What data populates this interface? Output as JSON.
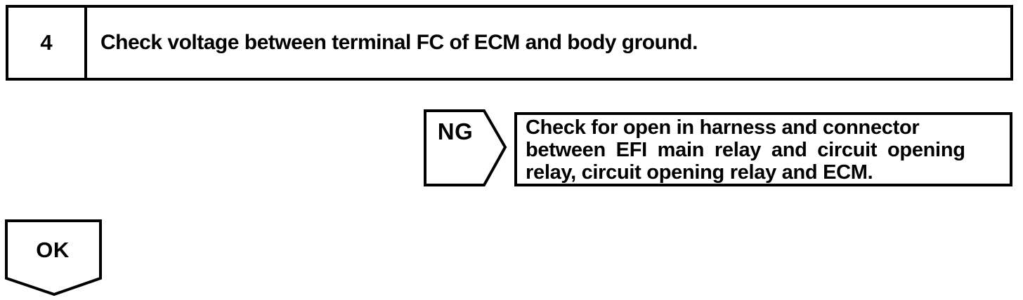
{
  "step": {
    "number": "4",
    "title": "Check voltage between terminal FC of ECM and body ground."
  },
  "ng_connector": {
    "label": "NG"
  },
  "ng_result_box": {
    "lines": [
      "Check for open in harness and connector",
      "between EFI main relay and circuit opening",
      "relay, circuit opening relay and ECM."
    ]
  },
  "ok_connector": {
    "label": "OK"
  },
  "colors": {
    "ink": "#000000",
    "paper": "#ffffff"
  }
}
